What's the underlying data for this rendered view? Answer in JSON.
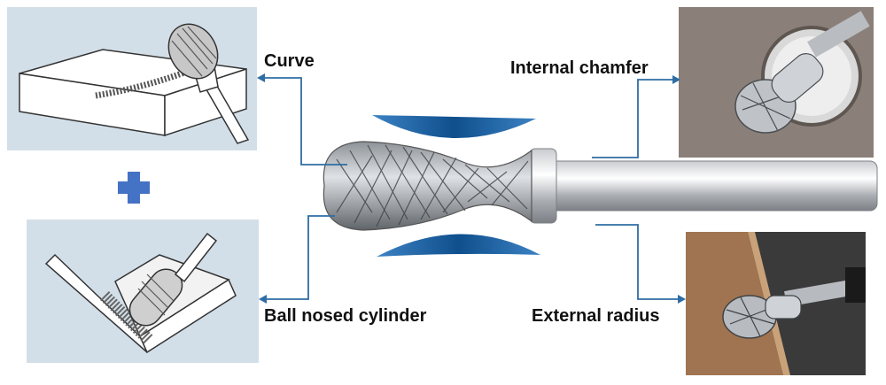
{
  "labels": {
    "curve": "Curve",
    "internal_chamfer": "Internal chamfer",
    "ball_nosed_cylinder": "Ball nosed cylinder",
    "external_radius": "External radius"
  },
  "colors": {
    "panel_bg": "#d3dfe8",
    "plus": "#4472c4",
    "connector": "#2e6da4",
    "blue_lens": "#1c5f9c",
    "photo_metal": "#7a6f68",
    "photo_rust": "#9a6e4c"
  },
  "icons": {
    "plus": "plus-icon",
    "arrow": "arrow-head-icon"
  }
}
